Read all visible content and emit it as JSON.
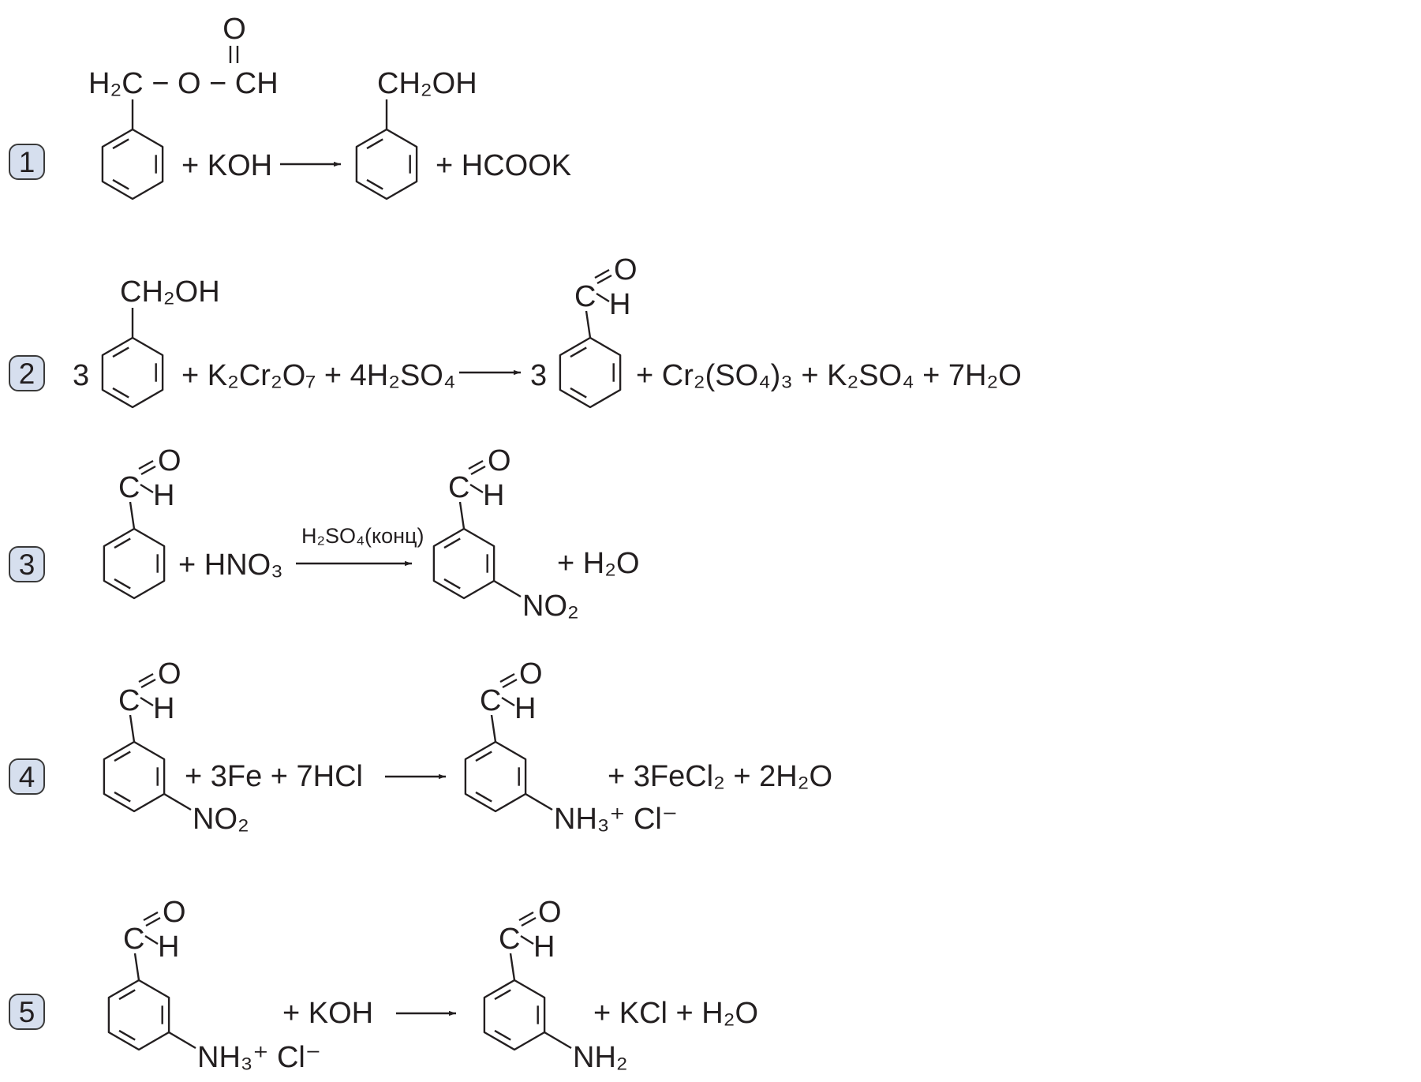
{
  "reactions": [
    {
      "number": "1",
      "reactant_group": "H₂C − O − CH",
      "reactant_carbonyl_o": "O",
      "reagent": "+ KOH",
      "product_group": "CH₂OH",
      "byproducts": "+ HCOOK"
    },
    {
      "number": "2",
      "coefficient_left": "3",
      "reactant_group": "CH₂OH",
      "reagents": "+ K₂Cr₂O₇ + 4H₂SO₄",
      "coefficient_right": "3",
      "product_c": "C",
      "product_o": "O",
      "product_h": "H",
      "byproducts": "+ Cr₂(SO₄)₃ + K₂SO₄ + 7H₂O"
    },
    {
      "number": "3",
      "reactant_c": "C",
      "reactant_o": "O",
      "reactant_h": "H",
      "reagent": "+ HNO₃",
      "arrow_condition": "H₂SO₄(конц)",
      "product_c": "C",
      "product_o": "O",
      "product_h": "H",
      "product_substituent": "NO₂",
      "byproducts": "+ H₂O"
    },
    {
      "number": "4",
      "reactant_c": "C",
      "reactant_o": "O",
      "reactant_h": "H",
      "reactant_substituent": "NO₂",
      "reagents": "+ 3Fe + 7HCl",
      "product_c": "C",
      "product_o": "O",
      "product_h": "H",
      "product_substituent": "NH₃⁺ Cl⁻",
      "byproducts": "+ 3FeCl₂ + 2H₂O"
    },
    {
      "number": "5",
      "reactant_c": "C",
      "reactant_o": "O",
      "reactant_h": "H",
      "reactant_substituent": "NH₃⁺ Cl⁻",
      "reagent": "+ KOH",
      "product_c": "C",
      "product_o": "O",
      "product_h": "H",
      "product_substituent": "NH₂",
      "byproducts": "+ KCl + H₂O"
    }
  ]
}
